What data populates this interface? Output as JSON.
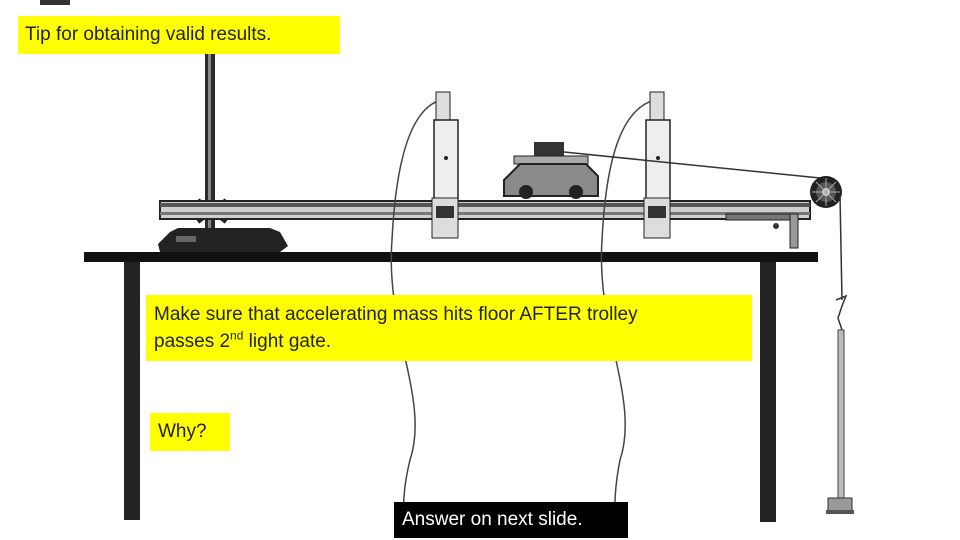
{
  "tip": {
    "text": "Tip for obtaining valid results."
  },
  "note": {
    "line1": "Make sure that accelerating mass hits floor AFTER trolley",
    "line2_pre": "passes 2",
    "line2_sup": "nd",
    "line2_post": " light gate."
  },
  "question": {
    "text": "Why?"
  },
  "answer": {
    "text": "Answer on next slide."
  },
  "colors": {
    "highlight": "#ffff00",
    "answer_bg": "#000000",
    "answer_fg": "#ffffff"
  }
}
